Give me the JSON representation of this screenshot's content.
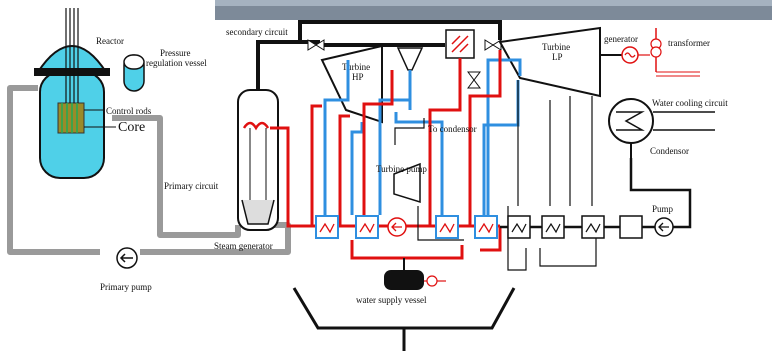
{
  "labels": {
    "reactor": "Reactor",
    "pressure_vessel_line1": "Pressure",
    "pressure_vessel_line2": "regulation vessel",
    "control_rods": "Control rods",
    "core": "Core",
    "primary_circuit": "Primary circuit",
    "steam_generator": "Steam generator",
    "primary_pump": "Primary pump",
    "secondary_circuit": "secondary circuit",
    "turbine_hp_line1": "Turbine",
    "turbine_hp_line2": "HP",
    "turbine_lp_line1": "Turbine",
    "turbine_lp_line2": "LP",
    "generator": "generator",
    "transformer": "transformer",
    "water_cooling_circuit": "Water cooling circuit",
    "condensor": "Condensor",
    "to_condensor": "To condensor",
    "turbine_pump": "Turbine pump",
    "pump": "Pump",
    "water_supply_vessel": "water supply vessel"
  },
  "colors": {
    "primary_loop": "#9a9a9a",
    "hot_line": "#e01010",
    "cold_line": "#2f8fe0",
    "steam_line": "#111111",
    "reactor_water": "#4fd0e8",
    "core_fill": "#9a8a2a",
    "control_line": "#e06060"
  }
}
